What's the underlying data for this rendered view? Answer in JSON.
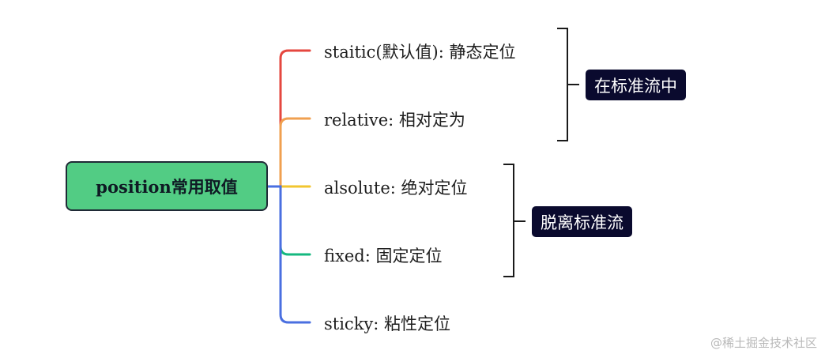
{
  "root": {
    "label": "position常用取值",
    "color": "#52cc84"
  },
  "branches": [
    {
      "label": "staitic(默认值): 静态定位",
      "color": "#e5473f"
    },
    {
      "label": "relative: 相对定为",
      "color": "#f0a050"
    },
    {
      "label": "alsolute: 绝对定位",
      "color": "#f2c630"
    },
    {
      "label": "fixed: 固定定位",
      "color": "#15b87f"
    },
    {
      "label": "sticky: 粘性定位",
      "color": "#4a6fe0"
    }
  ],
  "groups": [
    {
      "label": "在标准流中",
      "covers": [
        "staitic",
        "relative"
      ]
    },
    {
      "label": "脱离标准流",
      "covers": [
        "alsolute",
        "fixed"
      ]
    }
  ],
  "watermark": "@稀土掘金技术社区"
}
